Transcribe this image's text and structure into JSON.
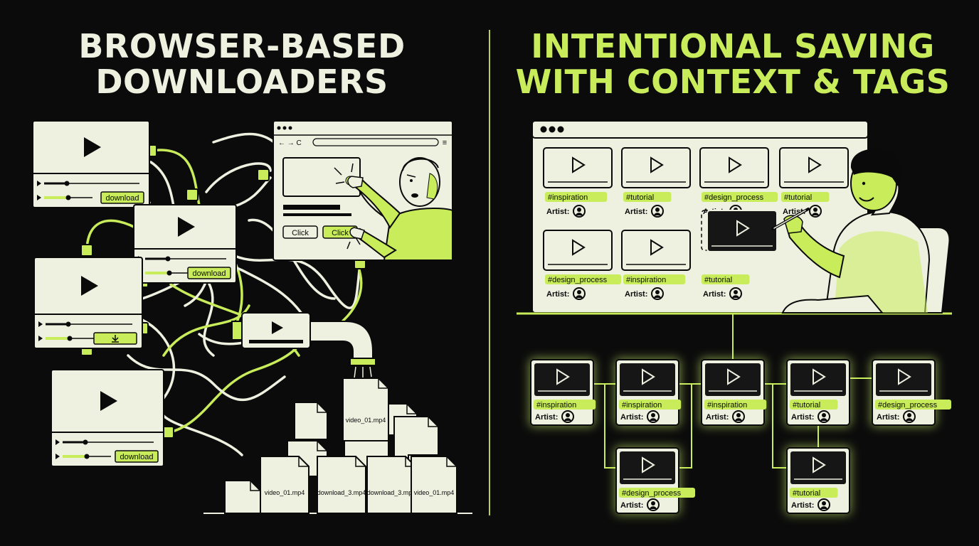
{
  "colors": {
    "background": "#0b0b0b",
    "ink": "#0a0a0a",
    "paper": "#eef0e0",
    "accent": "#c8ec5a",
    "glow": "#d7ff70",
    "title_left": "#eef0e0",
    "title_right": "#c8ec5a",
    "divider": "#b8cf55"
  },
  "left": {
    "title": "BROWSER-BASED\nDOWNLOADERS",
    "players": [
      {
        "button": "download"
      },
      {
        "button": "download"
      },
      {
        "button": "",
        "icon": "download-arrow-icon"
      },
      {
        "button": "download"
      }
    ],
    "browser": {
      "nav_glyphs": "← → C",
      "menu_glyph": "≡",
      "buttons": [
        "Click",
        "Click"
      ]
    },
    "files": [
      "video_01.mp4",
      "video_01.mp4",
      "download_3.mp4",
      "download_3.mp4",
      "video_01.mp4"
    ]
  },
  "right": {
    "title": "INTENTIONAL SAVING\nWITH CONTEXT & TAGS",
    "artist_label": "Artist:",
    "grid_cards": [
      {
        "tag": "#inspiration"
      },
      {
        "tag": "#tutorial"
      },
      {
        "tag": "#design_process"
      },
      {
        "tag": "#tutorial"
      },
      {
        "tag": "#design_process"
      },
      {
        "tag": "#inspiration"
      },
      {
        "tag": "#tutorial"
      }
    ],
    "tree_cards": [
      {
        "tag": "#inspiration"
      },
      {
        "tag": "#inspiration"
      },
      {
        "tag": "#inspiration"
      },
      {
        "tag": "#tutorial"
      },
      {
        "tag": "#design_process"
      },
      {
        "tag": "#design_process"
      },
      {
        "tag": "#tutorial"
      }
    ]
  }
}
